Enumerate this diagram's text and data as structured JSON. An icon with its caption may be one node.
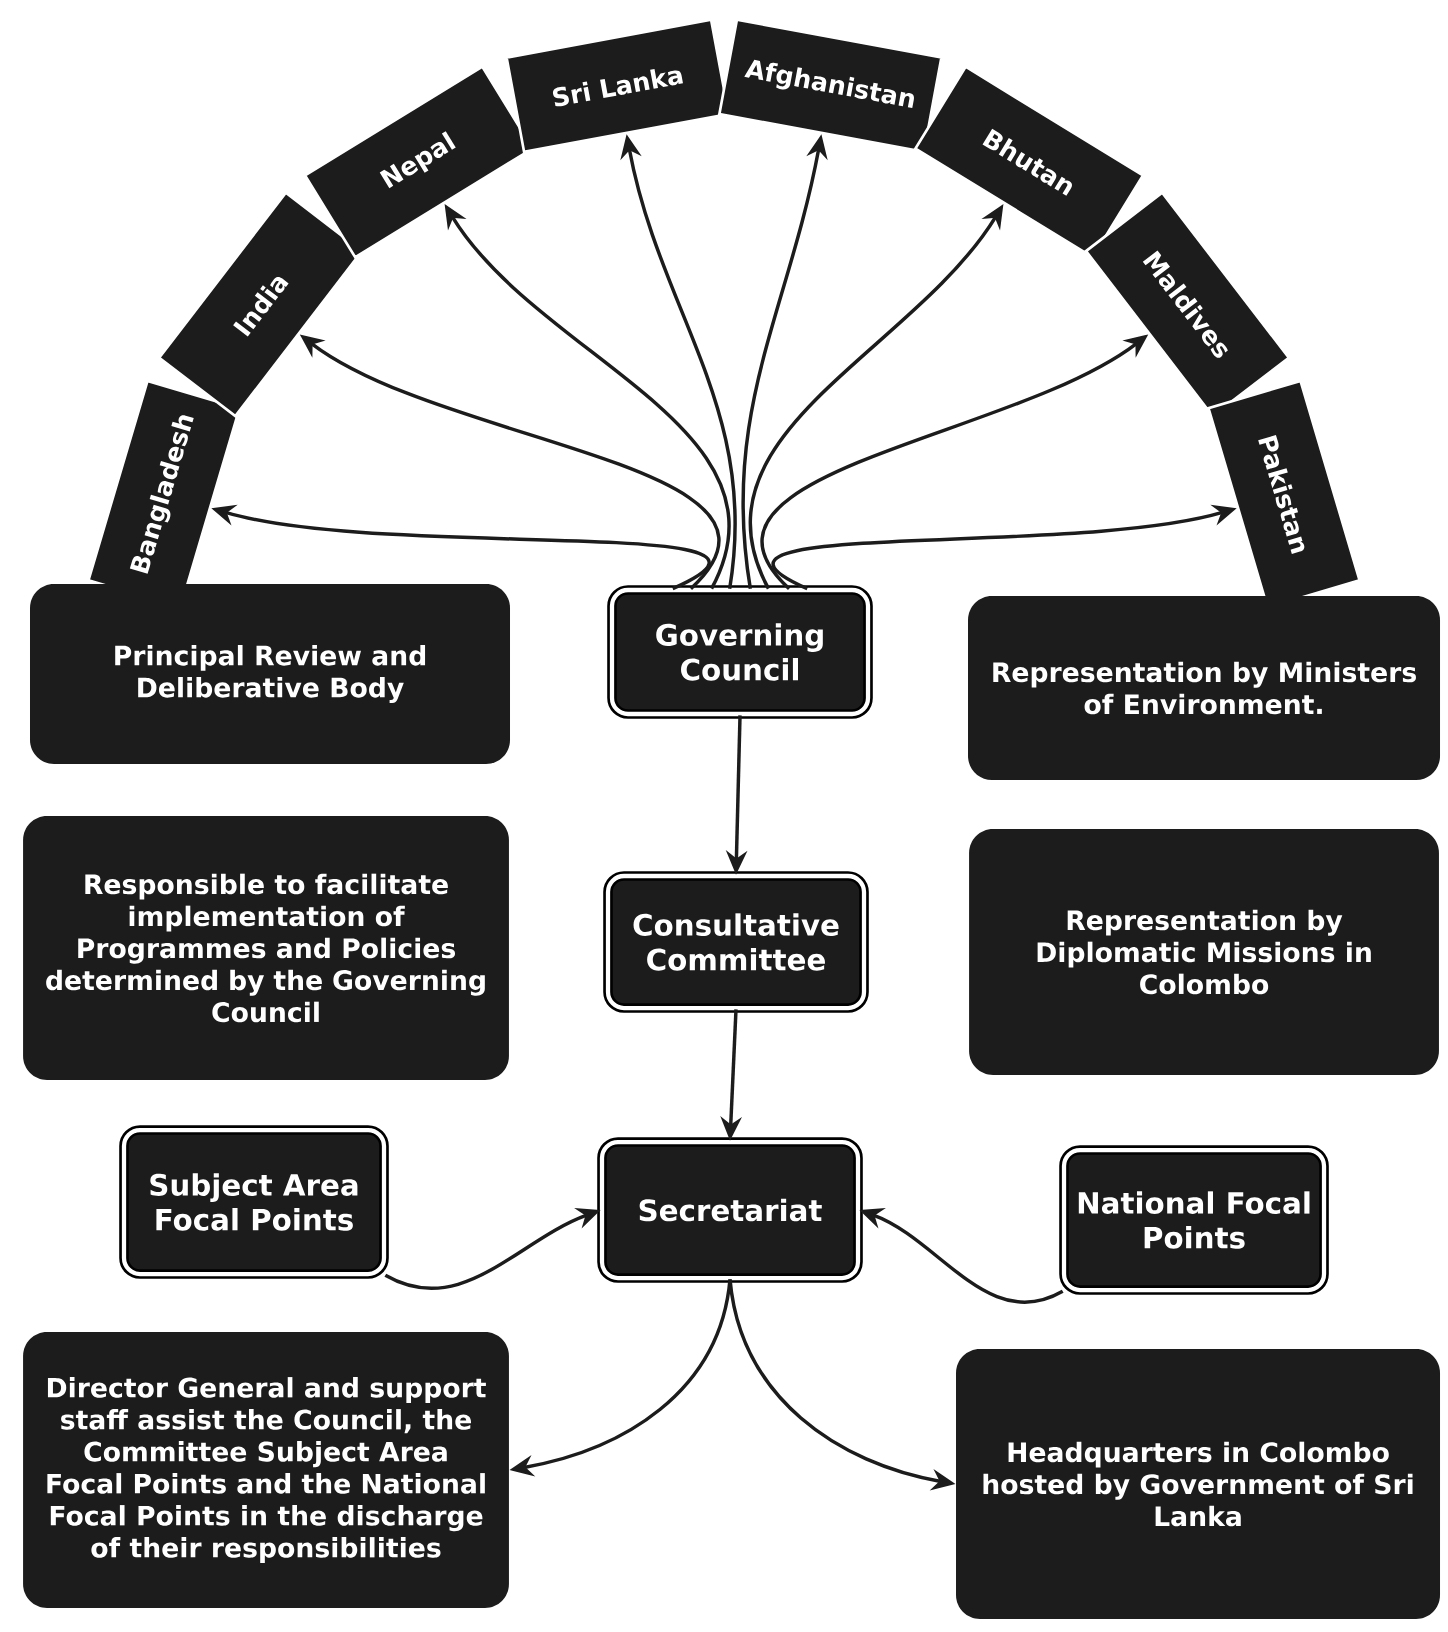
{
  "diagram": {
    "nodes": [
      {
        "text": [
          "Bangladesh"
        ]
      },
      {
        "text": [
          "India"
        ]
      },
      {
        "text": [
          "Nepal"
        ]
      },
      {
        "text": [
          "Sri Lanka"
        ]
      },
      {
        "text": [
          "Afghanistan"
        ]
      },
      {
        "text": [
          "Bhutan"
        ]
      },
      {
        "text": [
          "Maldives"
        ]
      },
      {
        "text": [
          "Pakistan"
        ]
      },
      {
        "text": [
          "Principal Review and Deliberative Body"
        ]
      },
      {
        "text": [
          "Governing Council"
        ]
      },
      {
        "text": [
          "Representation by Ministers of Environment."
        ]
      },
      {
        "text": [
          "Responsible to facilitate implementation of Programmes and Policies determined by the Governing Council"
        ]
      },
      {
        "text": [
          "Consultative Committee"
        ]
      },
      {
        "text": [
          "Representation by Diplomatic Missions in Colombo"
        ]
      },
      {
        "text": [
          "Subject Area Focal Points"
        ]
      },
      {
        "text": [
          "Secretariat"
        ]
      },
      {
        "text": [
          "National Focal Points"
        ]
      },
      {
        "text": [
          "Director General and support staff assist the Council, the Committee Subject Area Focal Points and the National Focal Points in the discharge of their responsibilities"
        ]
      },
      {
        "text": [
          "Headquarters in Colombo hosted by Government of Sri Lanka"
        ]
      }
    ],
    "edges": [
      {
        "from": 9,
        "to": 0,
        "arrow": "to"
      },
      {
        "from": 9,
        "to": 1,
        "arrow": "to"
      },
      {
        "from": 9,
        "to": 2,
        "arrow": "to"
      },
      {
        "from": 9,
        "to": 3,
        "arrow": "to"
      },
      {
        "from": 9,
        "to": 4,
        "arrow": "to"
      },
      {
        "from": 9,
        "to": 5,
        "arrow": "to"
      },
      {
        "from": 9,
        "to": 6,
        "arrow": "to"
      },
      {
        "from": 9,
        "to": 7,
        "arrow": "to"
      },
      {
        "from": 9,
        "to": 12,
        "arrow": "to"
      },
      {
        "from": 12,
        "to": 15,
        "arrow": "to"
      },
      {
        "from": 14,
        "to": 15,
        "arrow": "to"
      },
      {
        "from": 16,
        "to": 15,
        "arrow": "to"
      },
      {
        "from": 15,
        "to": 17,
        "arrow": "to"
      },
      {
        "from": 15,
        "to": 18,
        "arrow": "to"
      }
    ]
  }
}
